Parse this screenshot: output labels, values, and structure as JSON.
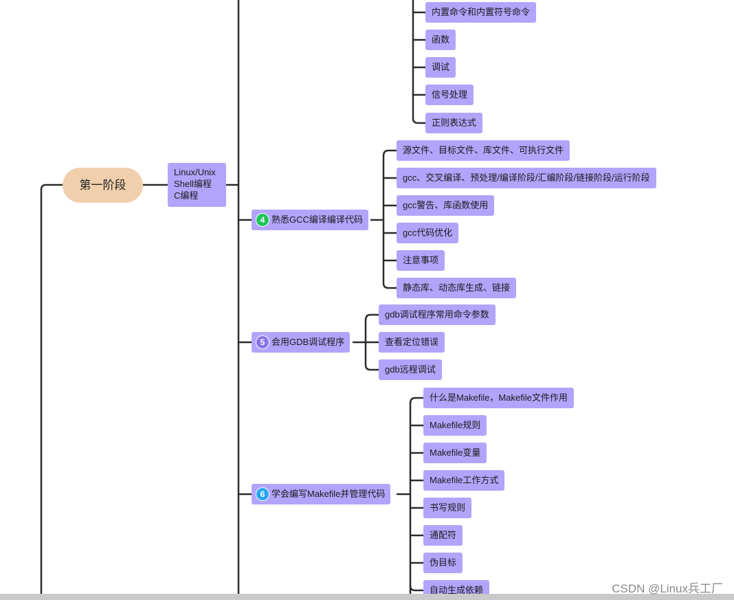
{
  "root": {
    "label": "第一阶段"
  },
  "main": {
    "lines": [
      "Linux/Unix",
      "Shell编程",
      "C编程"
    ]
  },
  "top_items": [
    "内置命令和内置符号命令",
    "函数",
    "调试",
    "信号处理",
    "正则表达式"
  ],
  "sections": [
    {
      "badge": "4",
      "badge_color": "#1fc55a",
      "label": "熟悉GCC编译编译代码",
      "children": [
        "源文件、目标文件、库文件、可执行文件",
        "gcc、交叉编译、预处理/编译阶段/汇编阶段/链接阶段/运行阶段",
        "gcc警告、库函数使用",
        "gcc代码优化",
        "注意事项",
        "静态库、动态库生成、链接"
      ]
    },
    {
      "badge": "5",
      "badge_color": "#8a74e8",
      "label": "会用GDB调试程序",
      "children": [
        "gdb调试程序常用命令参数",
        "查看定位错误",
        "gdb远程调试"
      ]
    },
    {
      "badge": "6",
      "badge_color": "#2aa6f0",
      "label": "学会编写Makefile并管理代码",
      "children": [
        "什么是Makefile，Makefile文件作用",
        "Makefile规则",
        "Makefile变量",
        "Makefile工作方式",
        "书写规则",
        "通配符",
        "伪目标",
        "自动生成依赖"
      ]
    }
  ],
  "watermark": "CSDN @Linux兵工厂",
  "colors": {
    "node": "#b2a4fb",
    "root": "#f0d0ac",
    "line": "#2b2b2b"
  }
}
